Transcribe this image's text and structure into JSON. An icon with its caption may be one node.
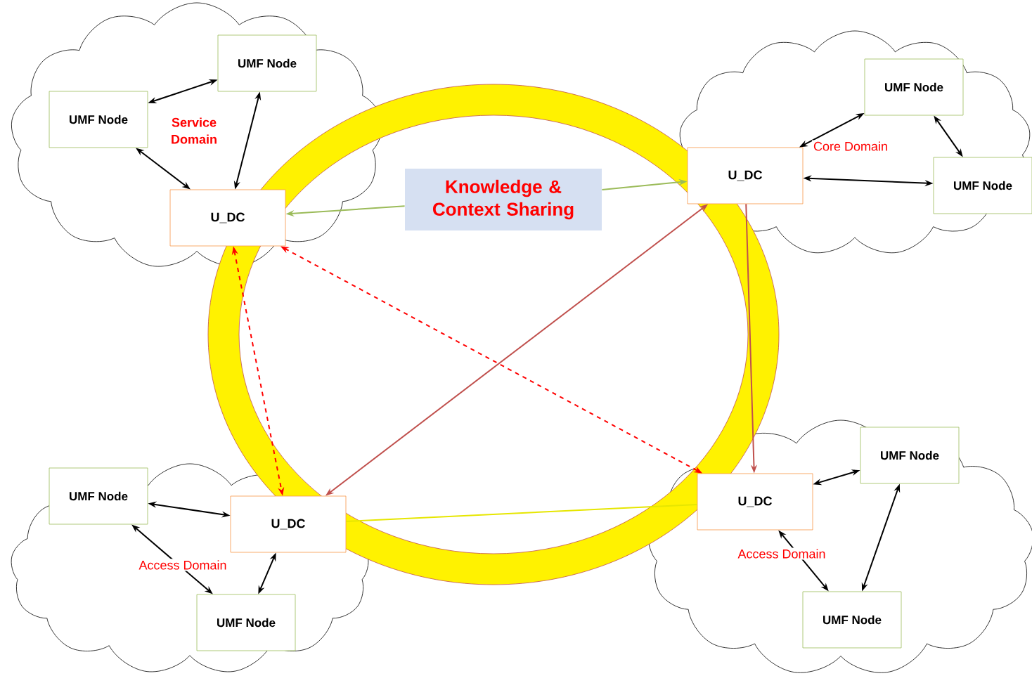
{
  "diagram": {
    "nodes": [
      {
        "text": [
          "Service Domain"
        ]
      },
      {
        "text": [
          "UMF Node"
        ],
        "in": 0
      },
      {
        "text": [
          "UMF Node"
        ],
        "in": 0
      },
      {
        "text": [
          "U_DC"
        ],
        "in": 0
      },
      {
        "text": [
          "Core Domain"
        ]
      },
      {
        "text": [
          "U_DC"
        ],
        "in": 4
      },
      {
        "text": [
          "UMF Node"
        ],
        "in": 4
      },
      {
        "text": [
          "UMF Node"
        ],
        "in": 4
      },
      {
        "text": [
          "Access Domain"
        ]
      },
      {
        "text": [
          "UMF Node"
        ],
        "in": 8
      },
      {
        "text": [
          "U_DC"
        ],
        "in": 8
      },
      {
        "text": [
          "UMF Node"
        ],
        "in": 8
      },
      {
        "text": [
          "Access Domain"
        ]
      },
      {
        "text": [
          "U_DC"
        ],
        "in": 12
      },
      {
        "text": [
          "UMF Node"
        ],
        "in": 12
      },
      {
        "text": [
          "UMF Node"
        ],
        "in": 12
      },
      {
        "text": [
          "Knowledge & Context Sharing"
        ]
      }
    ],
    "edges": [
      {
        "from": 2,
        "to": 1,
        "arrow": "both"
      },
      {
        "from": 2,
        "to": 3,
        "arrow": "both"
      },
      {
        "from": 1,
        "to": 3,
        "arrow": "both"
      },
      {
        "from": 5,
        "to": 6,
        "arrow": "both"
      },
      {
        "from": 6,
        "to": 7,
        "arrow": "both"
      },
      {
        "from": 5,
        "to": 7,
        "arrow": "both"
      },
      {
        "from": 9,
        "to": 10,
        "arrow": "both"
      },
      {
        "from": 9,
        "to": 11,
        "arrow": "both"
      },
      {
        "from": 10,
        "to": 11,
        "arrow": "both"
      },
      {
        "from": 13,
        "to": 14,
        "arrow": "both"
      },
      {
        "from": 15,
        "to": 13,
        "arrow": "both"
      },
      {
        "from": 14,
        "to": 15,
        "arrow": "both"
      },
      {
        "from": 16,
        "to": 3,
        "arrow": "to",
        "color": "#9bbb59"
      },
      {
        "from": 16,
        "to": 5,
        "arrow": "to",
        "color": "#9bbb59"
      },
      {
        "from": 3,
        "to": 10,
        "arrow": "both",
        "style": "dashed",
        "color": "#ff0000"
      },
      {
        "from": 3,
        "to": 13,
        "arrow": "both",
        "style": "dashed",
        "color": "#ff0000"
      },
      {
        "from": 5,
        "to": 10,
        "arrow": "both",
        "color": "#c0504d"
      },
      {
        "from": 5,
        "to": 13,
        "arrow": "to",
        "color": "#c0504d"
      },
      {
        "from": 10,
        "to": 13,
        "arrow": "none",
        "color": "#e6e600"
      }
    ]
  }
}
